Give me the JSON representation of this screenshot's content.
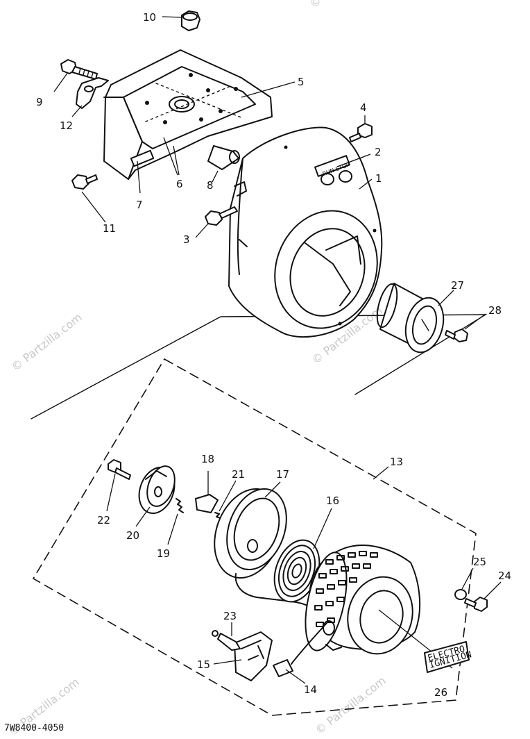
{
  "diagram_code": "7W8400-4050",
  "watermark": "© Partzilla.com",
  "plate_text": [
    "ELECTRO",
    "IGNITION"
  ],
  "labels": {
    "p1": "1",
    "p2": "2",
    "p3": "3",
    "p4": "4",
    "p5": "5",
    "p6": "6",
    "p7": "7",
    "p8": "8",
    "p9": "9",
    "p10": "10",
    "p11": "11",
    "p12": "12",
    "p13": "13",
    "p14": "14",
    "p15": "15",
    "p16": "16",
    "p17": "17",
    "p18": "18",
    "p19": "19",
    "p20": "20",
    "p21": "21",
    "p22": "22",
    "p23": "23",
    "p24": "24",
    "p25": "25",
    "p26": "26",
    "p27": "27",
    "p28": "28"
  }
}
